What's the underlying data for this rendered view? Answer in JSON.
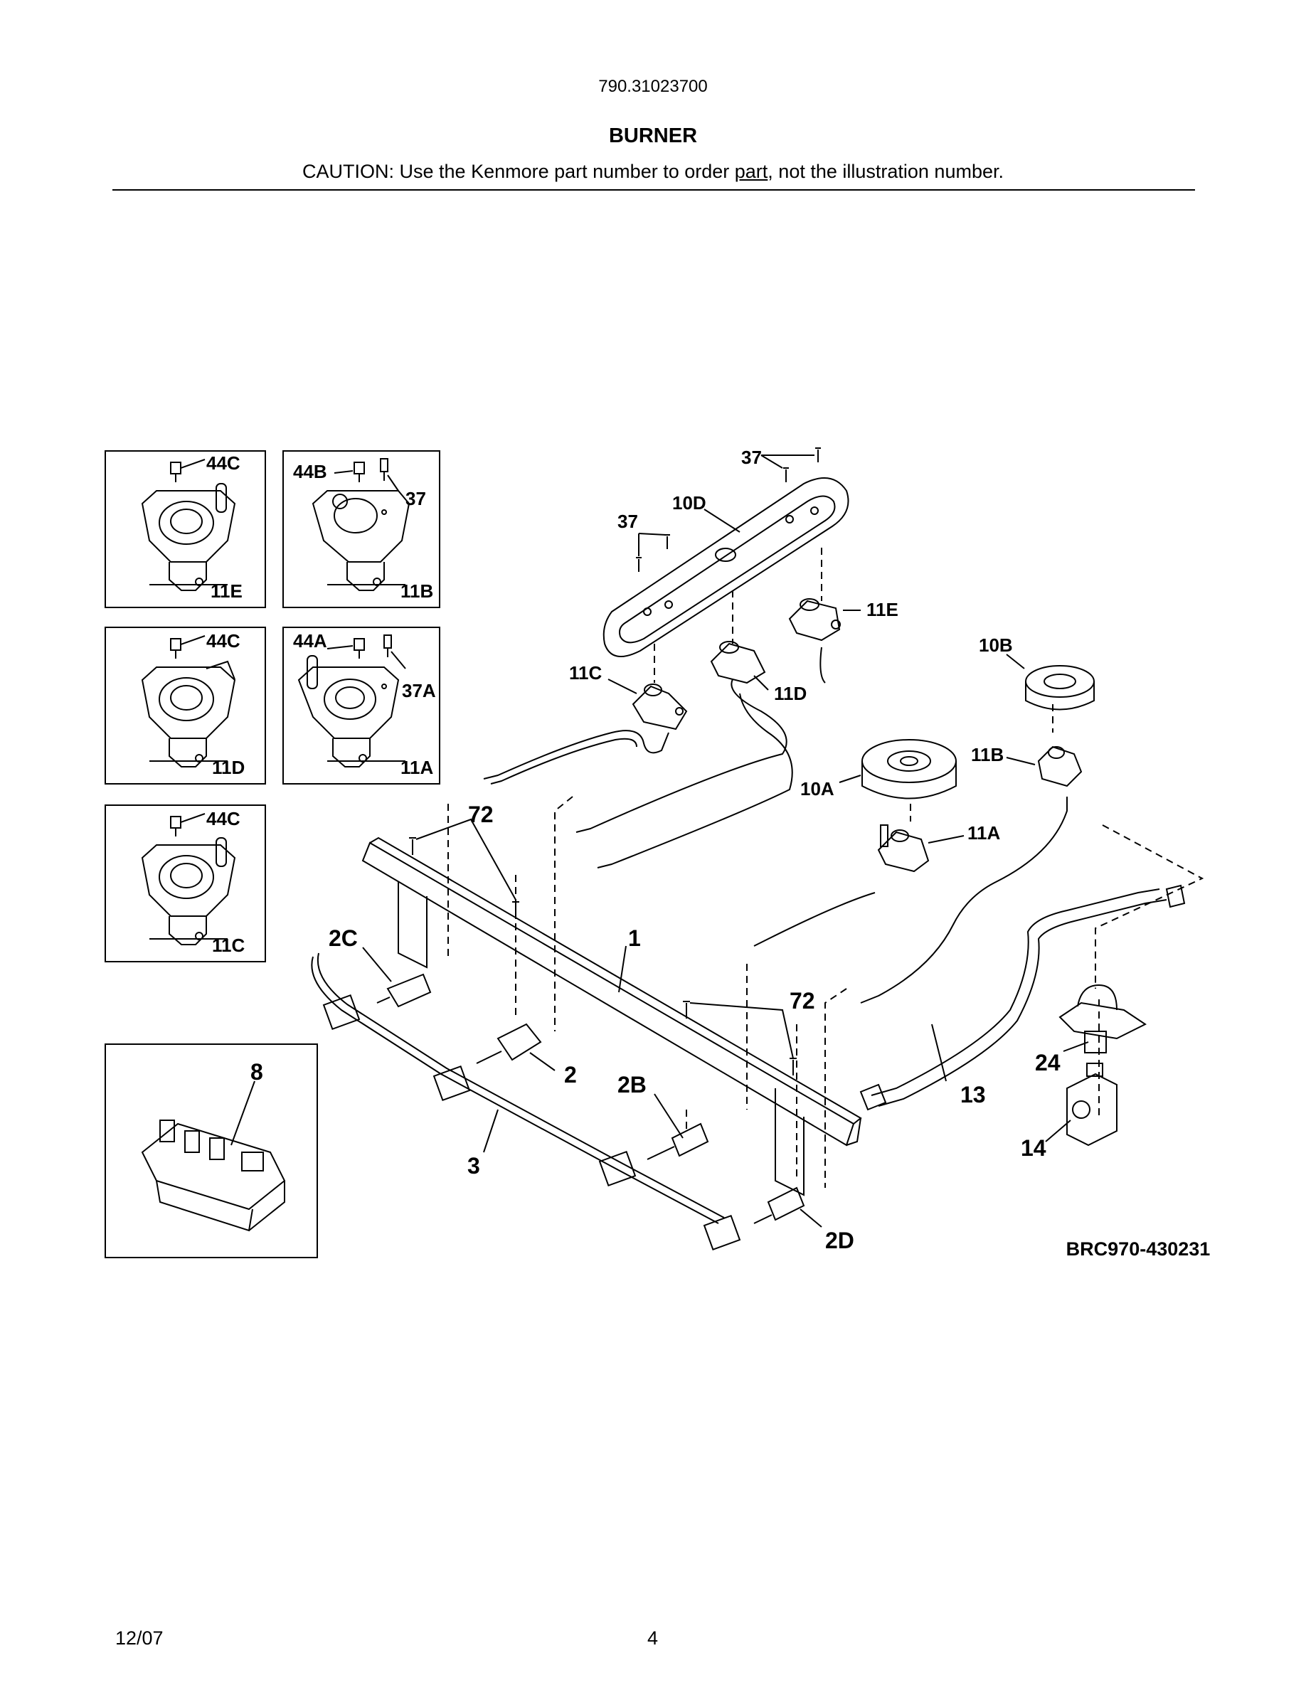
{
  "header": {
    "model_number": "790.31023700",
    "section_title": "BURNER",
    "caution_before": "CAUTION: Use the Kenmore part number to order ",
    "caution_underlined": "part",
    "caution_after": ", not the illustration number."
  },
  "diagram": {
    "figure_id": "BRC970-430231",
    "inset_labels": {
      "inset_11e": {
        "screw": "44C",
        "part": "11E"
      },
      "inset_11b": {
        "screw": "44B",
        "screw2": "37",
        "part": "11B"
      },
      "inset_11d": {
        "screw": "44C",
        "part": "11D"
      },
      "inset_11a": {
        "screw": "44A",
        "screw2": "37A",
        "part": "11A"
      },
      "inset_11c": {
        "screw": "44C",
        "part": "11C"
      },
      "inset_8": {
        "part": "8"
      }
    },
    "callouts": {
      "c37_top": "37",
      "c10d": "10D",
      "c37_left": "37",
      "c11e": "11E",
      "c10b": "10B",
      "c11c": "11C",
      "c11d": "11D",
      "c11b": "11B",
      "c10a": "10A",
      "c72_top": "72",
      "c11a": "11A",
      "c2c": "2C",
      "c1": "1",
      "c72_bottom": "72",
      "c2": "2",
      "c2b": "2B",
      "c24": "24",
      "c13": "13",
      "c3": "3",
      "c14": "14",
      "c2d": "2D"
    }
  },
  "footer": {
    "date": "12/07",
    "page_number": "4"
  }
}
